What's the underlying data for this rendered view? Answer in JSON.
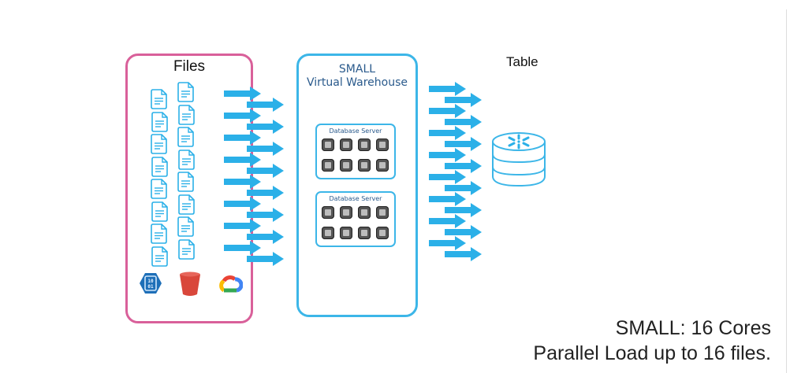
{
  "diagram": {
    "files_panel": {
      "title": "Files",
      "file_count": 16,
      "storage_icons": [
        "azure-blob-storage-icon",
        "aws-s3-bucket-icon",
        "google-cloud-icon"
      ]
    },
    "warehouse_panel": {
      "title_line1": "SMALL",
      "title_line2": "Virtual Warehouse",
      "servers": [
        {
          "label": "Database Server",
          "cores": 8
        },
        {
          "label": "Database Server",
          "cores": 8
        }
      ]
    },
    "table_panel": {
      "title": "Table",
      "icon": "snowflake-database-icon"
    },
    "arrows": {
      "input_count": 16,
      "output_count": 16
    },
    "summary": {
      "line1": "SMALL: 16 Cores",
      "line2": "Parallel Load up to 16 files."
    },
    "colors": {
      "files_border": "#d9609a",
      "warehouse_border": "#3cb6e8",
      "arrow": "#2bb0e8",
      "file_icon": "#2bb0e8"
    }
  }
}
